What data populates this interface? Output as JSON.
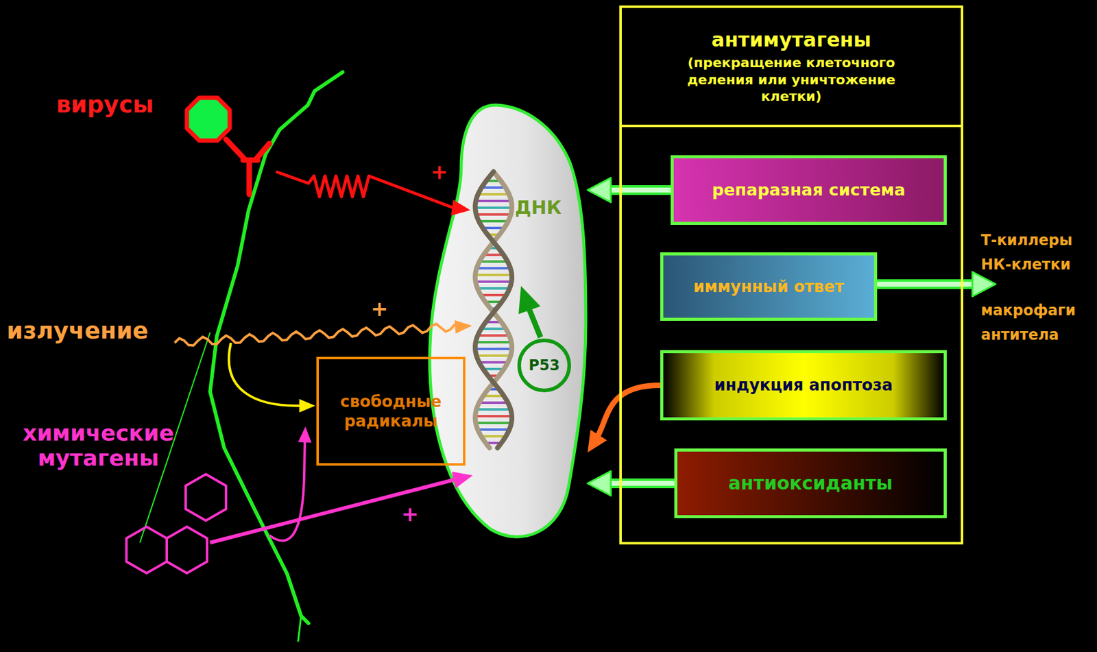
{
  "diagram": {
    "nodes": [
      {
        "text": [
          "ДНК"
        ]
      },
      {
        "text": [
          "P53"
        ],
        "in": 0
      },
      {
        "text": [
          "свободные радикалы"
        ]
      },
      {
        "text": [
          "антимутагены",
          "(прекращение клеточного деления или уничтожение клетки)"
        ]
      },
      {
        "text": [
          "репаразная система"
        ],
        "in": 3
      },
      {
        "text": [
          "иммунный ответ"
        ],
        "in": 3
      },
      {
        "text": [
          "индукция апоптоза"
        ],
        "in": 3
      },
      {
        "text": [
          "антиоксиданты"
        ],
        "in": 3
      }
    ],
    "edges": [
      {
        "from": 4,
        "to": 0,
        "arrow": "to"
      },
      {
        "from": 6,
        "to": 0,
        "arrow": "to"
      },
      {
        "from": 7,
        "to": 0,
        "arrow": "to"
      }
    ],
    "labels": [
      "вирусы",
      "+",
      "излучение",
      "+",
      "химические мутагены",
      "+",
      "Т-киллеры",
      "НК-клетки",
      "макрофаги",
      "антитела"
    ]
  }
}
